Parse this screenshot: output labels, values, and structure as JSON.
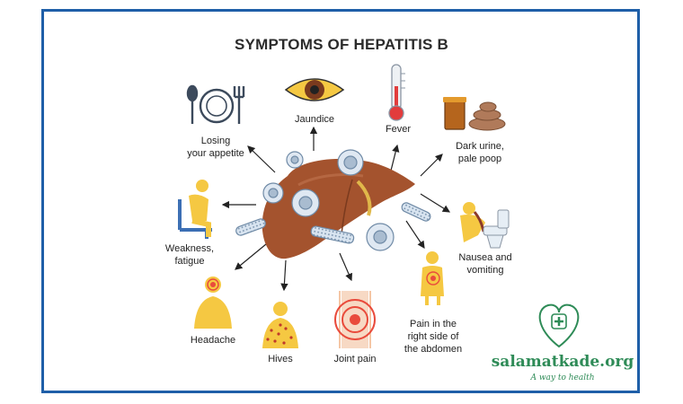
{
  "title": "SYMPTOMS OF HEPATITIS B",
  "symptoms": {
    "appetite": [
      "Losing",
      "your appetite"
    ],
    "jaundice": [
      "Jaundice"
    ],
    "fever": [
      "Fever"
    ],
    "urine": [
      "Dark urine,",
      "pale poop"
    ],
    "weakness": [
      "Weakness,",
      "fatigue"
    ],
    "nausea": [
      "Nausea and",
      "vomiting"
    ],
    "headache": [
      "Headache"
    ],
    "hives": [
      "Hives"
    ],
    "joint": [
      "Joint pain"
    ],
    "pain": [
      "Pain in the",
      "right side of",
      "the abdomen"
    ]
  },
  "brand": {
    "name": "salamatkade.org",
    "tagline": "A way to health"
  },
  "colors": {
    "frame": "#1f5fa8",
    "liver": "#a4532e",
    "figure": "#f5c842",
    "brand": "#2e8b57"
  }
}
